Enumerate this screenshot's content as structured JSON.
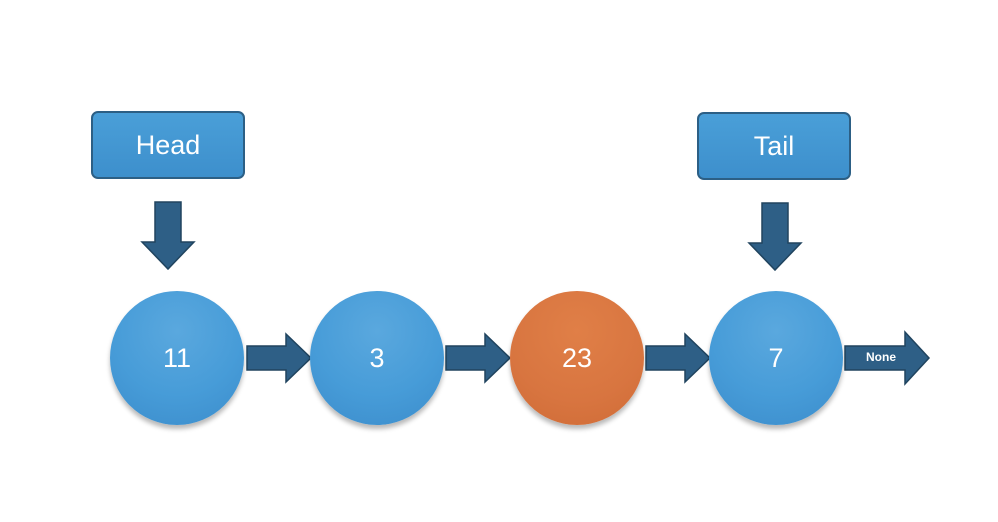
{
  "pointers": {
    "head_label": "Head",
    "tail_label": "Tail"
  },
  "nodes": [
    {
      "value": "11",
      "color": "#479cd8"
    },
    {
      "value": "3",
      "color": "#479cd8"
    },
    {
      "value": "23",
      "color": "#d87540"
    },
    {
      "value": "7",
      "color": "#479cd8"
    }
  ],
  "terminator_label": "None",
  "colors": {
    "box_fill": "#4a9fd8",
    "box_border": "#2c5f85",
    "arrow_fill": "#2e5f86",
    "arrow_stroke": "#20445f",
    "highlight": "#d87540"
  }
}
